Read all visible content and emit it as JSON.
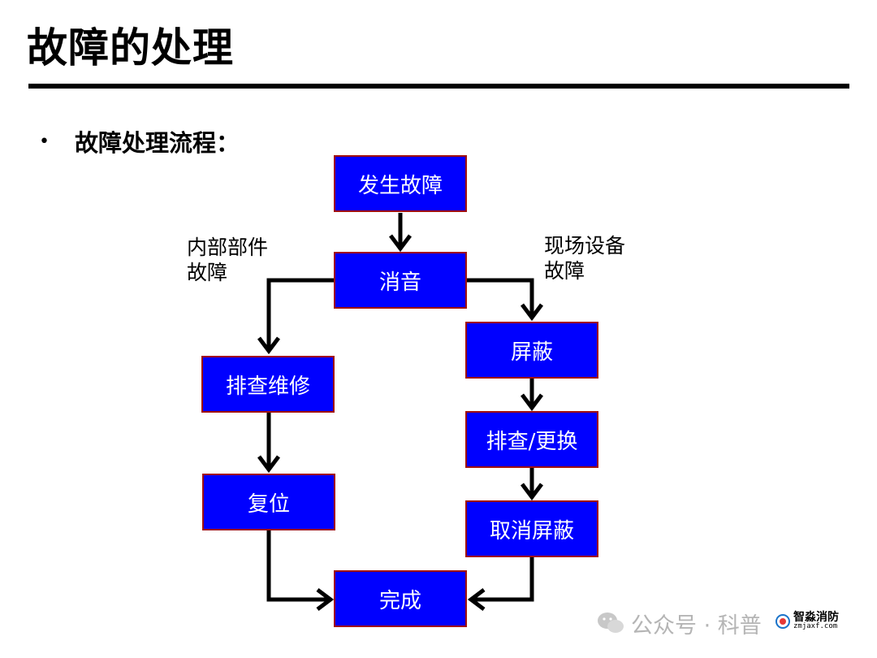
{
  "title": "故障的处理",
  "bullet": "故障处理流程：",
  "boxes": {
    "occur": "发生故障",
    "silence": "消音",
    "investigate_repair": "排查维修",
    "reset": "复位",
    "shield": "屏蔽",
    "investigate_replace": "排查/更换",
    "unshield": "取消屏蔽",
    "done": "完成"
  },
  "labels": {
    "internal": "内部部件\n故障",
    "field": "现场设备\n故障"
  },
  "watermark": {
    "text": "公众号 · 科普",
    "logo_cn": "智淼消防",
    "logo_en": "zmjaxf.com"
  },
  "colors": {
    "box_fill": "#0000ff",
    "box_border": "#a01010",
    "box_text": "#ffffff",
    "arrow": "#000000"
  }
}
